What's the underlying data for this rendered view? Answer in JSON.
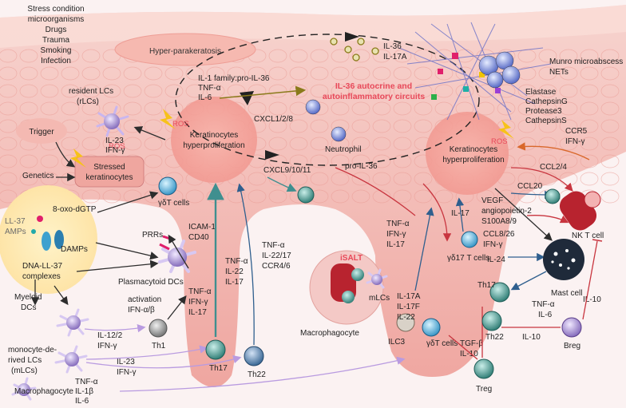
{
  "colors": {
    "skin_top": "#f5c9c4",
    "skin_mid": "#f0a9a2",
    "dermis": "#f7e3e4",
    "highlight": "#e8495a",
    "arrow_dark": "#2d2d2d",
    "arrow_purple": "#b99be0",
    "arrow_teal": "#3f8f8f",
    "arrow_red": "#c8353f",
    "arrow_olive": "#8a7a1a"
  },
  "triggers": {
    "lines": [
      "Stress condition",
      "microorganisms",
      "Drugs",
      "Trauma",
      "Smoking",
      "Infection"
    ],
    "trigger_label": "Trigger",
    "genetics_label": "Genetics"
  },
  "labels": {
    "hyper_parakeratosis": "Hyper-parakeratosis",
    "il1_family": [
      "IL-1 family:pro-IL-36",
      "TNF-α",
      "IL-6"
    ],
    "il36_autocrine": [
      "IL-36 autocrine and",
      "autoinflammatory circuits"
    ],
    "il36_top": [
      "IL-36",
      "IL-17A"
    ],
    "munro": [
      "Munro microabscess",
      "NETs"
    ],
    "proteases": [
      "Elastase",
      "CathepsinG",
      "Protease3",
      "CathepsinS"
    ],
    "resident_lcs": [
      "resident LCs",
      "(rLCs)"
    ],
    "ros": "ROS",
    "il23_ifng": [
      "IL-23",
      "IFN-γ"
    ],
    "stressed_kc": [
      "Stressed",
      "keratinocytes"
    ],
    "kc_hyper_left": [
      "Keratinocytes",
      "hyperproliferation"
    ],
    "kc_hyper_right": [
      "Keratinocytes",
      "hyperproliferation"
    ],
    "cxcl128": "CXCL1/2/8",
    "neutrophil": "Neutrophil",
    "pro_il36": "pro-IL-36",
    "cxcl91011": "CXCL9/10/11",
    "gdt_cells_left": "γδT cells",
    "icam_cd40": [
      "ICAM-1",
      "CD40"
    ],
    "oxo_dgtp": "8-oxo-dGTP",
    "ll37_amps": [
      "LL-37",
      "AMPs"
    ],
    "damps": "DAMPs",
    "dna_ll37": [
      "DNA-LL-37",
      "complexes"
    ],
    "prrs": "PRRs",
    "pdcs": "Plasmacytoid DCs",
    "pdc_cytokines": [
      "TNF-α",
      "IFN-γ",
      "IL-17"
    ],
    "activation": [
      "activation",
      "IFN-α/β"
    ],
    "myeloid": [
      "Myeloid",
      "DCs"
    ],
    "il122_ifng": [
      "IL-12/2",
      "IFN-γ"
    ],
    "th1": "Th1",
    "mono_lcs": [
      "monocyte-de-",
      "rived LCs",
      "(mLCs)"
    ],
    "il23_ifng_2": [
      "IL-23",
      "IFN-γ"
    ],
    "macrophagocyte_left": "Macrophagocyte",
    "macro_cytokines": [
      "TNF-α",
      "IL-1β",
      "IL-6"
    ],
    "th17_center": "Th17",
    "th22_center": "Th22",
    "col_th17": [
      "TNF-α",
      "IL-22",
      "IL-17"
    ],
    "col_th22": [
      "TNF-α",
      "IL-22/17",
      "CCR4/6"
    ],
    "isalt": "iSALT",
    "mlcs": "mLCs",
    "macrophagocyte_center": "Macrophagocyte",
    "center_cytokines": [
      "TNF-α",
      "IFN-γ",
      "IL-17"
    ],
    "ilc3": "ILC3",
    "ilc3_cytokines": [
      "IL-17A",
      "IL-17F",
      "IL-22"
    ],
    "gdt_cells_right": "γδT cells",
    "il17": "IL-17",
    "gd17": "γδ17 T cells",
    "tgf_il10": [
      "TGF-β",
      "IL-10"
    ],
    "treg": "Treg",
    "th17_right": "Th17",
    "th22_right": "Th22",
    "il24": "IL-24",
    "mast_cell": "Mast cell",
    "tnf_il6_right": [
      "TNF-α",
      "IL-6"
    ],
    "il10_bottom": "IL-10",
    "il10_right": "IL-10",
    "breg": "Breg",
    "nkt": "NK T cell",
    "ccr5": [
      "CCR5",
      "IFN-γ"
    ],
    "ccl24": "CCL2/4",
    "ccl20": "CCL20",
    "vegf": [
      "VEGF",
      "angiopoietin-2",
      "S100A8/9"
    ],
    "ccl826": [
      "CCL8/26",
      "IFN-γ"
    ]
  }
}
